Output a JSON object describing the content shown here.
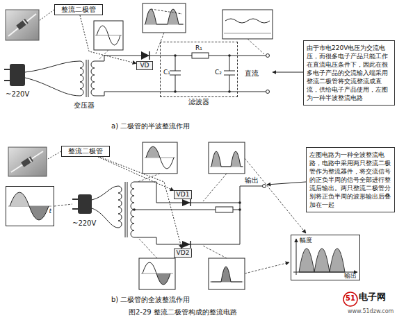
{
  "diagram": {
    "caption": "图2-29 整流二极管构成的整流电路",
    "nodes": [
      {
        "text": [
          "整流二极管"
        ]
      },
      {
        "text": [
          "VD"
        ]
      },
      {
        "text": [
          "滤波器"
        ]
      },
      {
        "text": [
          "由于市电220V电压为交流电压，而很多电子产品只能工作在直流电压条件下，因此在很多电子产品的交流输入端采用整流二极管将交流整流成直流，供给电子产品使用，左图为一种半波整流电路"
        ]
      },
      {
        "text": [
          "整流二极管"
        ]
      },
      {
        "text": [
          "t"
        ]
      },
      {
        "text": [
          "VD1"
        ]
      },
      {
        "text": [
          "VD2"
        ]
      },
      {
        "text": [
          "幅度",
          "输出"
        ]
      },
      {
        "text": [
          "左图电路为一种全波整流电路，电路中采用两只整流二极管作为整流器件，将交流信号的正负半周的信号全部进行整流后输出。两只整流二极管分别将正负半周的波形输出后叠加在一起"
        ]
      }
    ],
    "edges": [
      {
        "from": 0,
        "to": 1,
        "arrow": "to"
      },
      {
        "from": 4,
        "to": 6,
        "arrow": "to"
      },
      {
        "from": 4,
        "to": 7,
        "arrow": "to"
      }
    ],
    "labels": [
      "~220V",
      "变压器",
      "C₁",
      "R₁",
      "C₂",
      "直流",
      "a) 二极管的半波整流作用",
      "~220V",
      "输出",
      "b) 二极管的全波整流作用",
      "电子网",
      "www.51dzw.com",
      "51"
    ]
  }
}
